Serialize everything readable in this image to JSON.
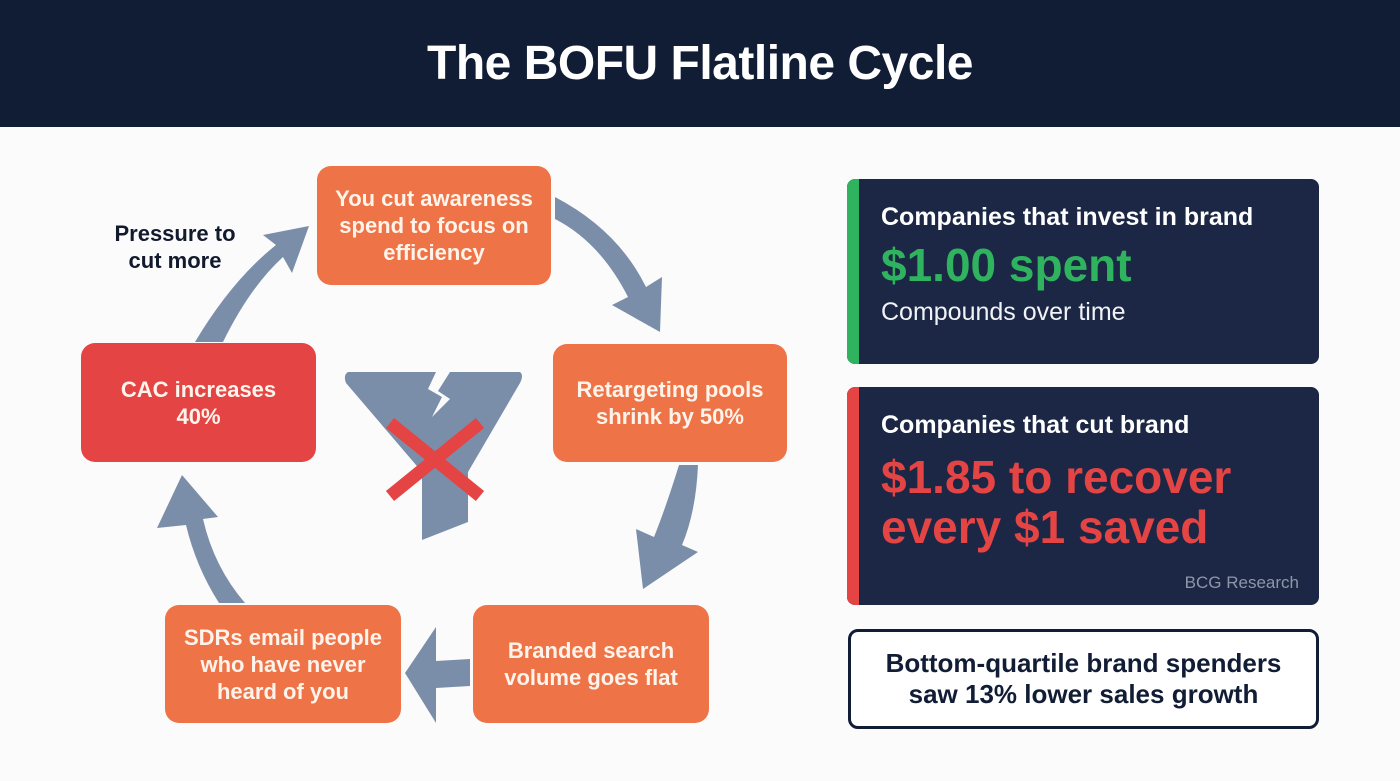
{
  "header": {
    "title": "The BOFU Flatline Cycle"
  },
  "colors": {
    "navy": "#111c35",
    "card_bg": "#1b2744",
    "orange": "#ee7346",
    "red": "#e54444",
    "green": "#2fb35e",
    "arrow": "#7b8ea9"
  },
  "cycle": {
    "steps": [
      {
        "label": "You cut awareness\nspend to focus on\nefficiency",
        "color": "orange"
      },
      {
        "label": "Retargeting pools\nshrink by 50%",
        "color": "orange"
      },
      {
        "label": "Branded search\nvolume goes flat",
        "color": "orange"
      },
      {
        "label": "SDRs email people\nwho have never\nheard of you",
        "color": "orange"
      },
      {
        "label": "CAC increases\n40%",
        "color": "red"
      }
    ],
    "loop_label": "Pressure to\ncut more",
    "center_icon": "broken-funnel-with-x"
  },
  "cards": [
    {
      "title": "Companies that invest in brand",
      "value": "$1.00 spent",
      "subtitle": "Compounds over time",
      "accent": "#2fb35e"
    },
    {
      "title": "Companies that cut brand",
      "value_line1": "$1.85 to recover",
      "value_line2": "every $1 saved",
      "source": "BCG Research",
      "accent": "#e54444"
    }
  ],
  "footnote": {
    "text": "Bottom-quartile brand spenders\nsaw 13% lower sales growth"
  }
}
